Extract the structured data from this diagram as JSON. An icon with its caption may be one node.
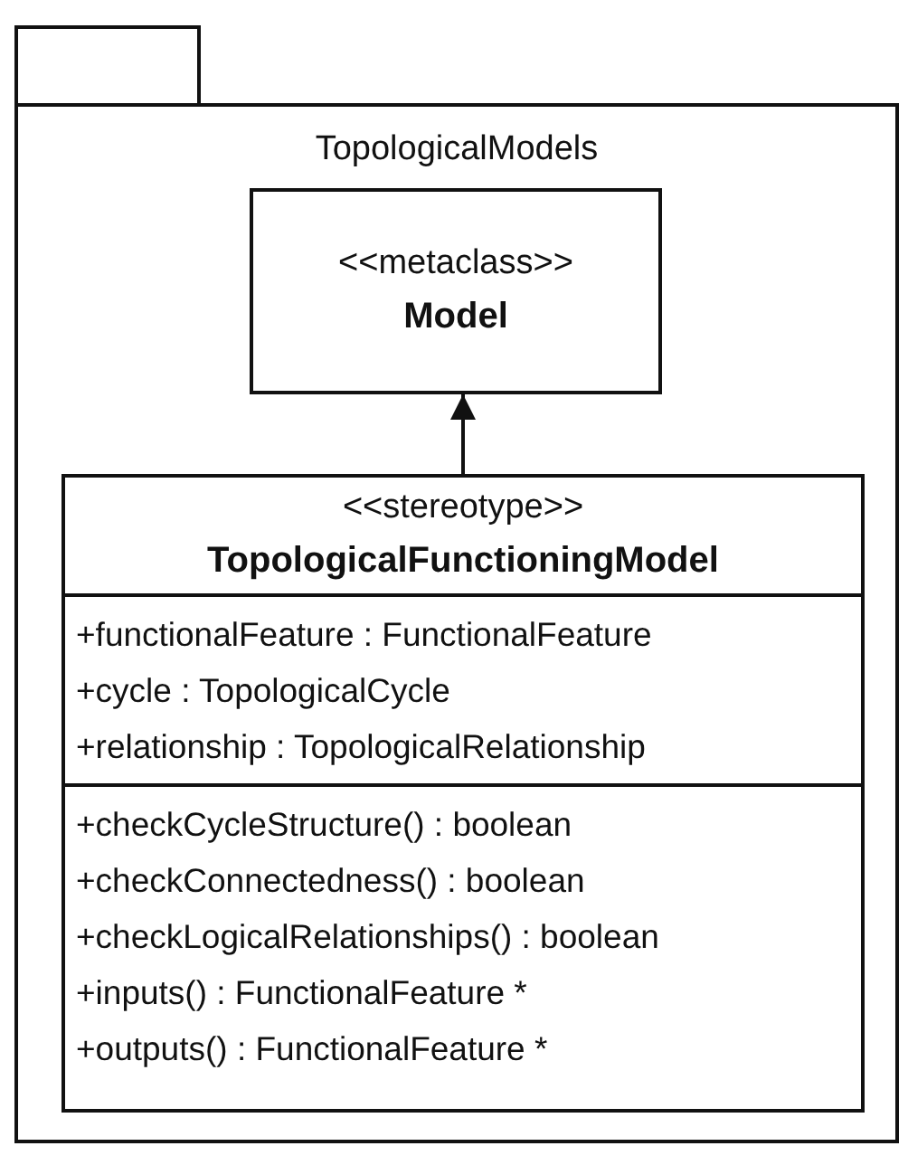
{
  "diagram": {
    "nodes": [
      {
        "text": [
          "TopologicalModels"
        ]
      },
      {
        "text": [
          "<<metaclass>>",
          "Model"
        ],
        "in": 0
      },
      {
        "text": [
          "<<stereotype>>",
          "TopologicalFunctioningModel",
          "+functionalFeature : FunctionalFeature",
          "+cycle : TopologicalCycle",
          "+relationship : TopologicalRelationship",
          "+checkCycleStructure() : boolean",
          "+checkConnectedness() : boolean",
          "+checkLogicalRelationships() : boolean",
          "+inputs() : FunctionalFeature *",
          "+outputs() : FunctionalFeature *"
        ],
        "in": 0
      }
    ],
    "edges": [
      {
        "from": 2,
        "to": 1,
        "arrow": "to"
      }
    ]
  }
}
